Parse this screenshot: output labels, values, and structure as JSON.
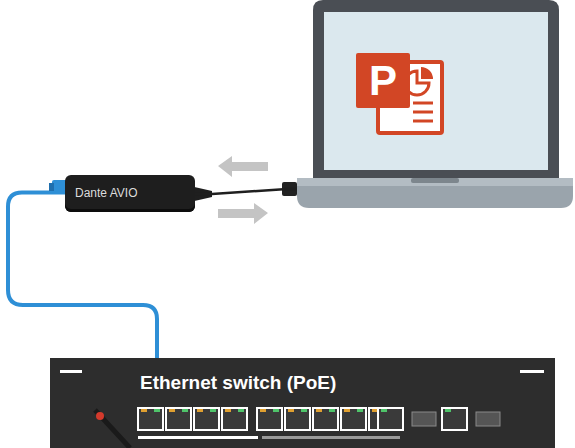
{
  "diagram": {
    "nodes": [
      {
        "text": [
          "P"
        ]
      },
      {
        "text": [
          "Dante AVIO"
        ]
      },
      {
        "text": [
          "Ethernet switch (PoE)"
        ]
      }
    ],
    "edges": [
      {
        "from": 1,
        "to": 2,
        "arrow": "none"
      },
      {
        "from": 1,
        "to": 0,
        "arrow": "none"
      }
    ]
  }
}
